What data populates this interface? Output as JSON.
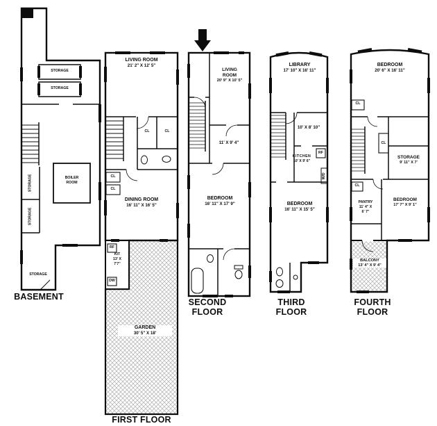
{
  "palette": {
    "ink": "#0d0d0d",
    "paper": "#ffffff",
    "hatch": "#b9b9b9"
  },
  "icons": {
    "unit_marker": "down-arrow",
    "stairs": "tread-lines",
    "garden_fill": "crosshatch",
    "balcony_fill": "crosshatch"
  },
  "abbr": {
    "cl": "CL",
    "rf": "RF",
    "dw": "DW",
    "wd": "W/D"
  },
  "basement": {
    "floor_label": "BASEMENT",
    "storage_a": "STORAGE",
    "storage_b": "STORAGE",
    "storage_left_1": "STORAGE",
    "storage_left_2": "STORAGE",
    "boiler_1": "BOILER",
    "boiler_2": "ROOM",
    "storage_bottom": "STORAGE"
  },
  "first": {
    "floor_label": "FIRST FLOOR",
    "living_name": "LIVING ROOM",
    "living_dims": "21' 2\" X 12' 5\"",
    "dining_name": "DINING ROOM",
    "dining_dims": "16' 11\" X 16' 5\"",
    "kit_name": "KIT",
    "kit_dims_1": "13' X",
    "kit_dims_2": "7'7\"",
    "garden_name": "GARDEN",
    "garden_dims": "30' 5\" X 18'"
  },
  "second": {
    "floor_label_1": "SECOND",
    "floor_label_2": "FLOOR",
    "living_1": "LIVING",
    "living_2": "ROOM",
    "living_dims": "20' 9\" X 10' 5\"",
    "mid_room_dims": "11' X 9' 4\"",
    "bedroom_name": "BEDROOM",
    "bedroom_dims": "16' 11\" X 17' 9\""
  },
  "third": {
    "floor_label_1": "THIRD",
    "floor_label_2": "FLOOR",
    "library_name": "LIBRARY",
    "library_dims": "17' 10\" X 16' 11\"",
    "mid_room_dims": "10' X 8' 10\"",
    "kitchen_name": "KITCHEN",
    "kitchen_dims": "10' X 9' 6\"",
    "bedroom_name": "BEDROOM",
    "bedroom_dims": "16' 11\" X 15' 5\""
  },
  "fourth": {
    "floor_label_1": "FOURTH",
    "floor_label_2": "FLOOR",
    "bedroom1_name": "BEDROOM",
    "bedroom1_dims": "20' 6\" X 16' 11\"",
    "storage_name": "STORAGE",
    "storage_dims": "9' 11\" X 7'",
    "pantry_name": "PANTRY",
    "pantry_dims_1": "11' 4\" X",
    "pantry_dims_2": "6' 7\"",
    "bedroom2_name": "BEDROOM",
    "bedroom2_dims": "17' 7\" X 9' 1\"",
    "balcony_name": "BALCONY",
    "balcony_dims": "13' 4\" X 9' 4\""
  }
}
